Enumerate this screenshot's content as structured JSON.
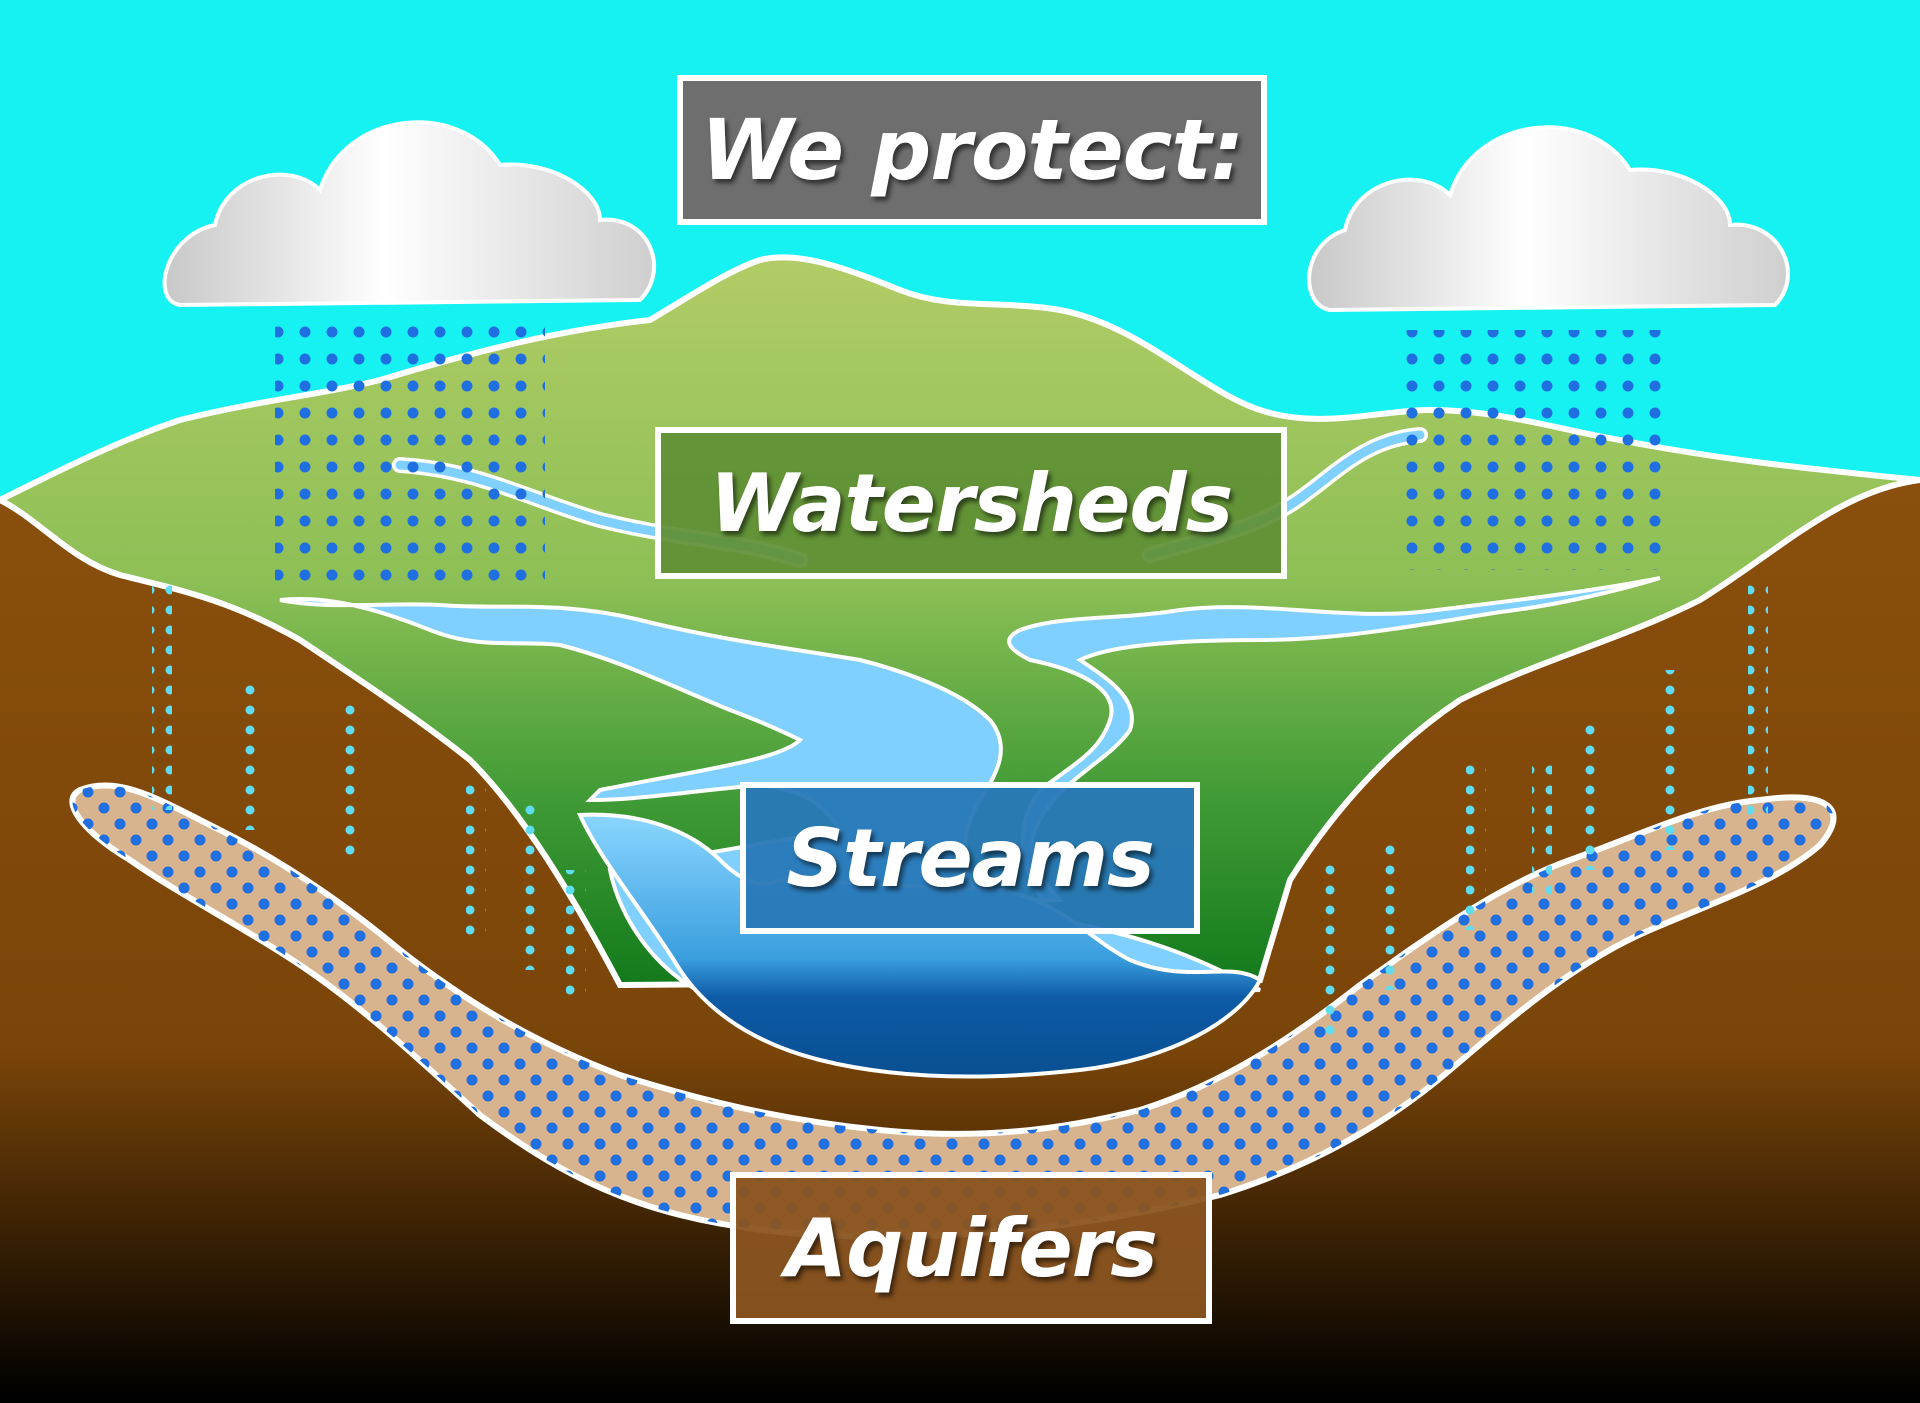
{
  "title": "We protect:",
  "labels": {
    "watersheds": "Watersheds",
    "streams": "Streams",
    "aquifers": "Aquifers"
  },
  "colors": {
    "sky": "#16f2f2",
    "hills": "#a9c75f",
    "valley": "#2f8f2c",
    "soil": "#8a4f0c",
    "aquifer": "#d7b48e",
    "water": "#7fd0ff",
    "lake": "#0a5aa0",
    "rain": "#1f6fe0",
    "seep": "#5fdcf0",
    "title_box": "#6e6e6e",
    "watersheds_box": "#5e8f34",
    "streams_box": "#2878b8",
    "aquifers_box": "#8a5420"
  }
}
